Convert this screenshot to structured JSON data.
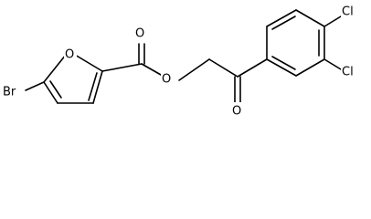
{
  "molecule": {
    "atoms": {
      "br": "Br",
      "furan_o": "O",
      "ester_o": "O",
      "ester_carbonyl_o": "O",
      "ketone_o": "O",
      "cl_top": "Cl",
      "cl_bottom": "Cl"
    }
  }
}
